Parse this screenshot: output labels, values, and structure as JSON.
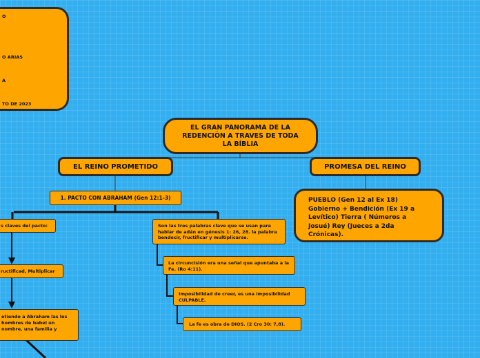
{
  "info_card": {
    "line1": "O",
    "line2": "O ARIAS",
    "line3": "A",
    "line4": "TO DE 2023"
  },
  "main_title": "EL GRAN PANORAMA DE LA REDENCIÓN A TRAVES DE TODA LA BÍBLIA",
  "branches": {
    "left": "EL REINO PROMETIDO",
    "right": "PROMESA DEL REINO"
  },
  "right_detail": "PUEBLO (Gen 12 al Ex 18) Gobierno + Bendición (Ex 19 a Levítico) Tierra ( Números a Josué) Rey (Jueces a 2da Crónicas).",
  "pacto": "1. PACTO CON ABRAHAM (Gen 12:1-3)",
  "left_chain": {
    "n1": "s claves del pacto:",
    "n2": "ructificad, Multiplicar",
    "n3": "etiendo a Abraham las los hombres de babel un nombre, una familia y"
  },
  "right_chain": {
    "n1": "Son las tres palabras clave que se usan para hablar de adán en génesis 1: 26, 28.  la palabra bendecir, fructificar y multiplicarse.",
    "n2": "La circuncisión era una señal que apuntaba a la Fe. (Ro 4:11).",
    "n3": " Imposibilidad de creer, es una imposibilidad CULPABLE.",
    "n4": "La fe es obra de DIOS. (2 Cro 30: 7,8)."
  }
}
